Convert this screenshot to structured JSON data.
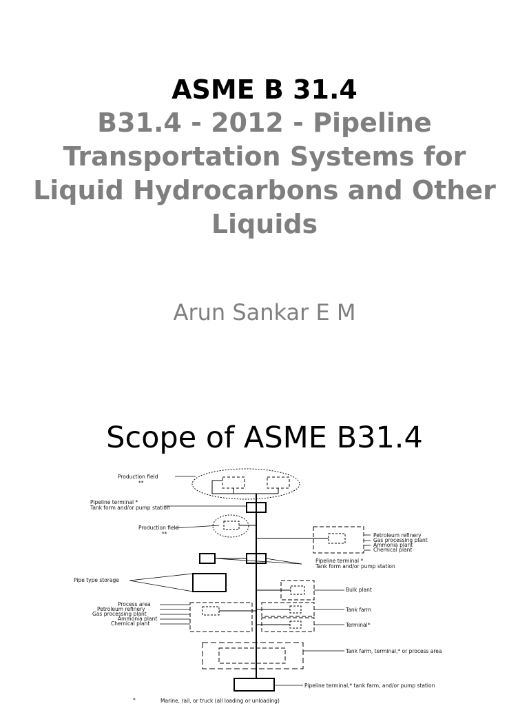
{
  "slide1": {
    "title": "ASME B 31.4",
    "subtitle": "B31.4 - 2012 - Pipeline Transportation Systems for Liquid Hydrocarbons and Other Liquids",
    "author": "Arun Sankar E M"
  },
  "slide2": {
    "title": "Scope of ASME B31.4",
    "diagram": {
      "production_field_1": "Production field",
      "production_field_1_mark": "**",
      "pipeline_terminal_1": "Pipeline terminal *",
      "tank_form_1": "Tank form and/or pump station",
      "production_field_2": "Production field",
      "production_field_2_mark": "**",
      "refinery_group": [
        "Petroleum refinery",
        "Gas processing plant",
        "Ammonia plant",
        "Chemical plant"
      ],
      "pipeline_terminal_2": "Pipeline terminal *",
      "tank_form_2": "Tank form and/or pump station",
      "pipe_type_storage": "Pipe type storage",
      "bulk_plant": "Bulk plant",
      "process_group": [
        "Process area",
        "Petroleum refinery",
        "Gas processing plant",
        "Ammonia plant",
        "Chemical plant"
      ],
      "tank_farm": "Tank farm",
      "terminal": "Terminal*",
      "tank_farm_terminal_area": "Tank farm, terminal,* or process area",
      "pipeline_terminal_bottom": "Pipeline terminal,* tank farm, and/or pump station",
      "footnote_mark": "*",
      "footnote": "Marine, rail, or truck (all loading or unloading)"
    }
  }
}
